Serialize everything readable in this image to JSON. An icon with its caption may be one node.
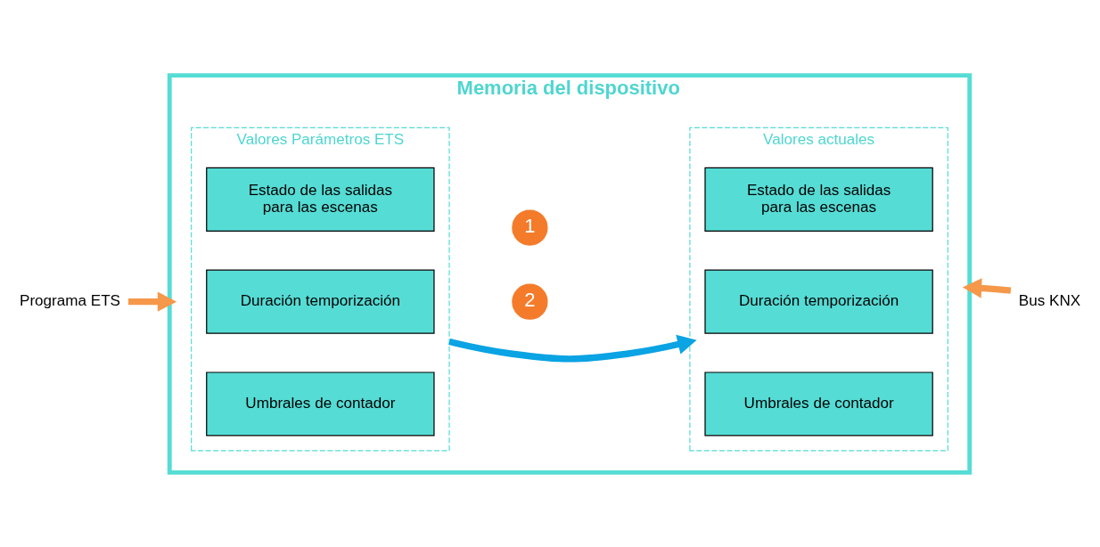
{
  "diagram": {
    "nodes": [
      {
        "text": [
          "Memoria del dispositivo"
        ]
      },
      {
        "text": [
          "Valores Parámetros ETS"
        ],
        "in": 0
      },
      {
        "text": [
          "Estado de las salidas para las escenas"
        ],
        "in": 1
      },
      {
        "text": [
          "Duración temporización"
        ],
        "in": 1
      },
      {
        "text": [
          "Umbrales de contador"
        ],
        "in": 1
      },
      {
        "text": [
          "Valores actuales"
        ],
        "in": 0
      },
      {
        "text": [
          "Estado de las salidas para las escenas"
        ],
        "in": 5
      },
      {
        "text": [
          "Duración temporización"
        ],
        "in": 5
      },
      {
        "text": [
          "Umbrales de contador"
        ],
        "in": 5
      },
      {
        "text": [
          "1"
        ],
        "in": 0
      },
      {
        "text": [
          "2"
        ],
        "in": 0
      },
      {
        "text": [
          "Programa ETS"
        ]
      },
      {
        "text": [
          "Bus KNX"
        ]
      }
    ],
    "edges": [
      {
        "from": 11,
        "to": 0,
        "arrow": "to",
        "color": "#f5984a"
      },
      {
        "from": 1,
        "to": 5,
        "arrow": "to",
        "color": "#0aa3e3"
      },
      {
        "from": 12,
        "to": 0,
        "arrow": "to",
        "color": "#f5984a"
      }
    ]
  }
}
